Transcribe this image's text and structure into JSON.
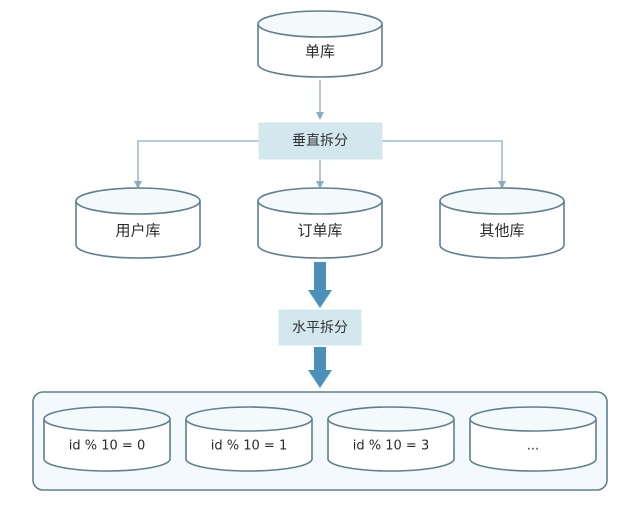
{
  "nodes": {
    "single_db": "单库",
    "vertical_split": "垂直拆分",
    "user_db": "用户库",
    "order_db": "订单库",
    "other_db": "其他库",
    "horizontal_split": "水平拆分"
  },
  "shards": [
    "id % 10 = 0",
    "id % 10 = 1",
    "id % 10 = 3",
    "..."
  ],
  "colors": {
    "cylinder_stroke": "#5f7f8f",
    "cylinder_fill": "#ffffff",
    "cylinder_top": "#f4f9fb",
    "step_box": "#d3e7ef",
    "connector": "#8aaebf",
    "big_arrow": "#4a90b8",
    "group_fill": "#f3f9fc",
    "group_stroke": "#5f7f8f"
  }
}
